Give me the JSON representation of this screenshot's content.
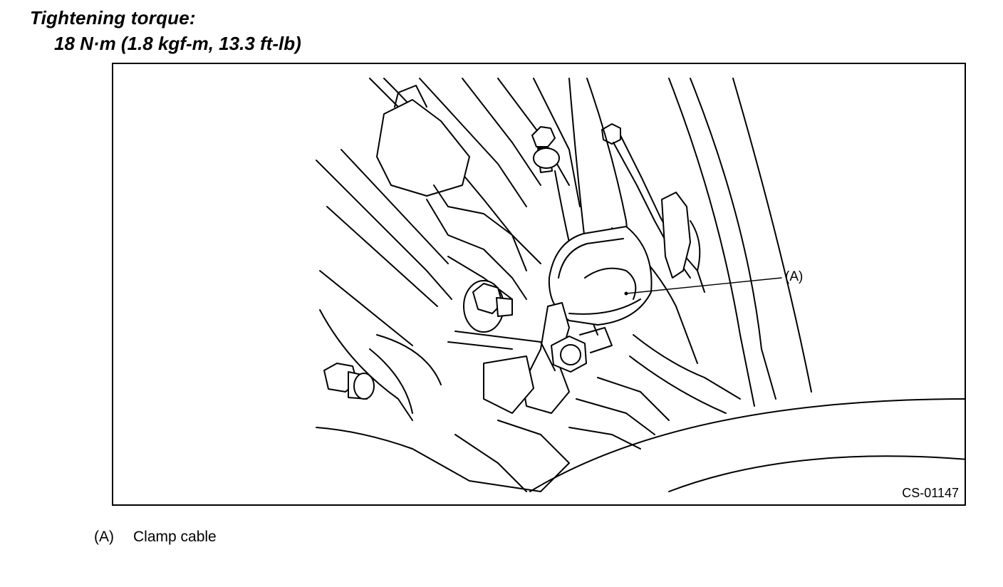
{
  "heading": {
    "title": "Tightening torque:",
    "value": "18 N·m (1.8 kgf-m, 13.3 ft-lb)"
  },
  "figure": {
    "callout": "(A)",
    "code": "CS-01147"
  },
  "legend": [
    {
      "key": "(A)",
      "label": "Clamp cable"
    }
  ]
}
